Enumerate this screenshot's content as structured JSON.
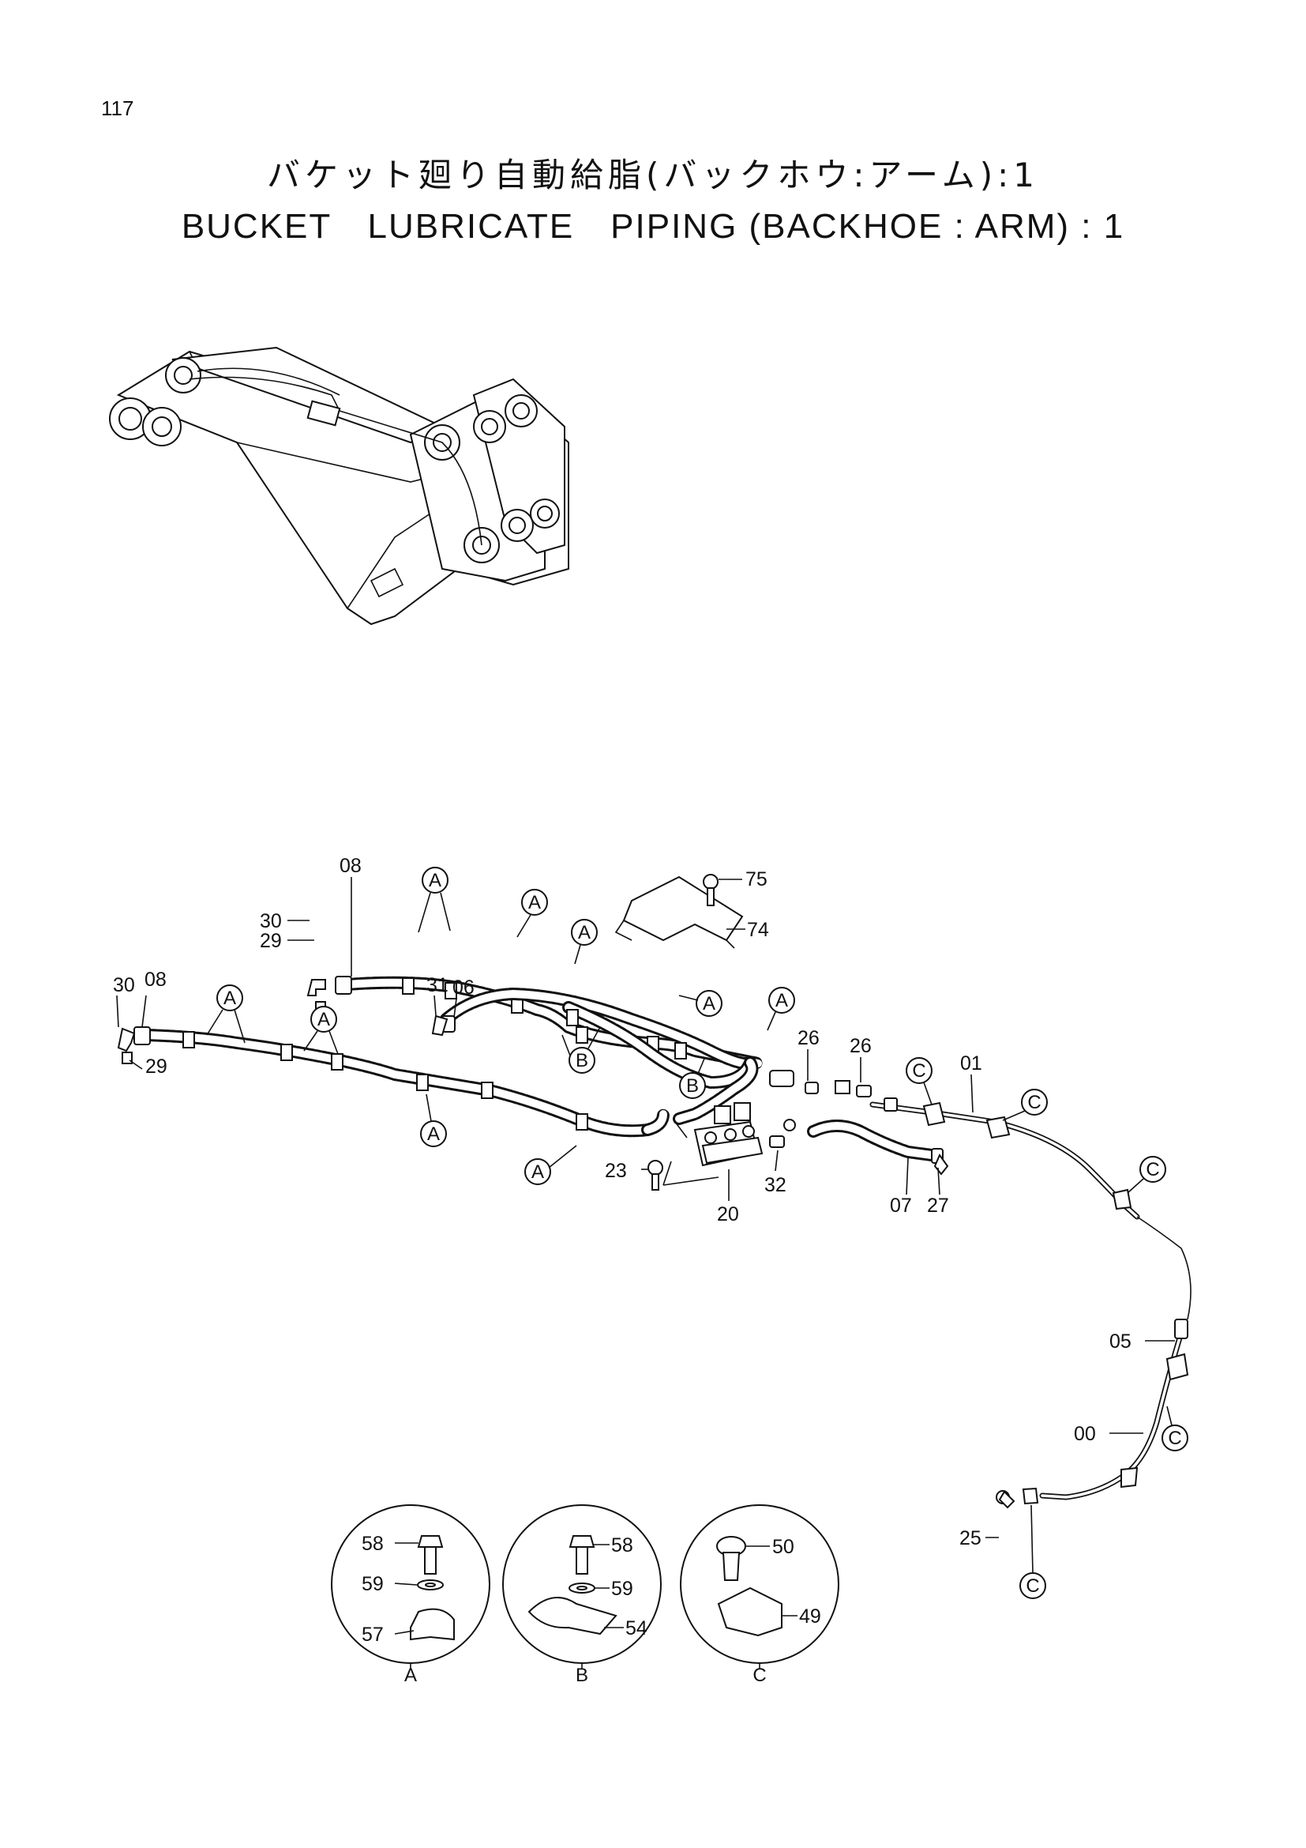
{
  "page_number": "117",
  "title_jp": "バケット廻り自動給脂(バックホウ:アーム):1",
  "title_en": "BUCKET　LUBRICATE　PIPING (BACKHOE : ARM) : 1",
  "callouts": {
    "p00": "00",
    "p01": "01",
    "p05": "05",
    "p06": "06",
    "p07": "07",
    "p08a": "08",
    "p08b": "08",
    "p20": "20",
    "p23": "23",
    "p25": "25",
    "p26a": "26",
    "p26b": "26",
    "p27": "27",
    "p29a": "29",
    "p29b": "29",
    "p30a": "30",
    "p30b": "30",
    "p31": "31",
    "p32": "32",
    "p74": "74",
    "p75": "75"
  },
  "clamp_marker": {
    "a": "A",
    "b": "B",
    "c": "C"
  },
  "detail_a": {
    "label": "A",
    "bolt": "58",
    "washer": "59",
    "clamp": "57"
  },
  "detail_b": {
    "label": "B",
    "bolt": "58",
    "washer": "59",
    "clamp": "54"
  },
  "detail_c": {
    "label": "C",
    "bolt": "50",
    "clamp": "49"
  }
}
